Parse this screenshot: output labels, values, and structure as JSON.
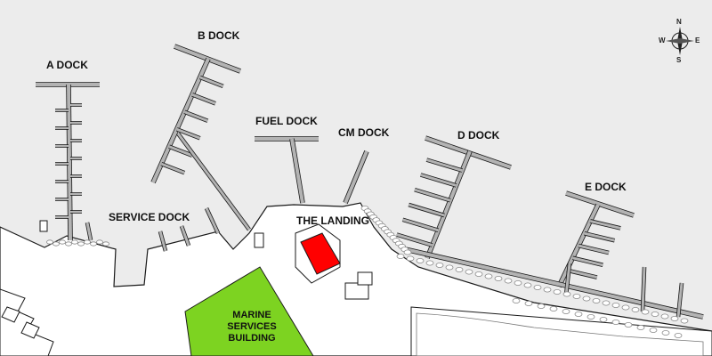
{
  "labels": {
    "a_dock": "A DOCK",
    "b_dock": "B DOCK",
    "fuel_dock": "FUEL DOCK",
    "cm_dock": "CM DOCK",
    "d_dock": "D DOCK",
    "e_dock": "E DOCK",
    "service_dock": "SERVICE DOCK",
    "the_landing": "THE LANDING",
    "marine_services_line1": "MARINE",
    "marine_services_line2": "SERVICES",
    "marine_services_line3": "BUILDING"
  },
  "compass": {
    "n": "N",
    "e": "E",
    "s": "S",
    "w": "W"
  },
  "colors": {
    "water": "#ececec",
    "land": "#ffffff",
    "outline": "#1a1a1a",
    "dock": "#b3b3b3",
    "marine_services_building": "#7dd321",
    "the_landing_building": "#ff0000",
    "rocks": "#888888"
  }
}
